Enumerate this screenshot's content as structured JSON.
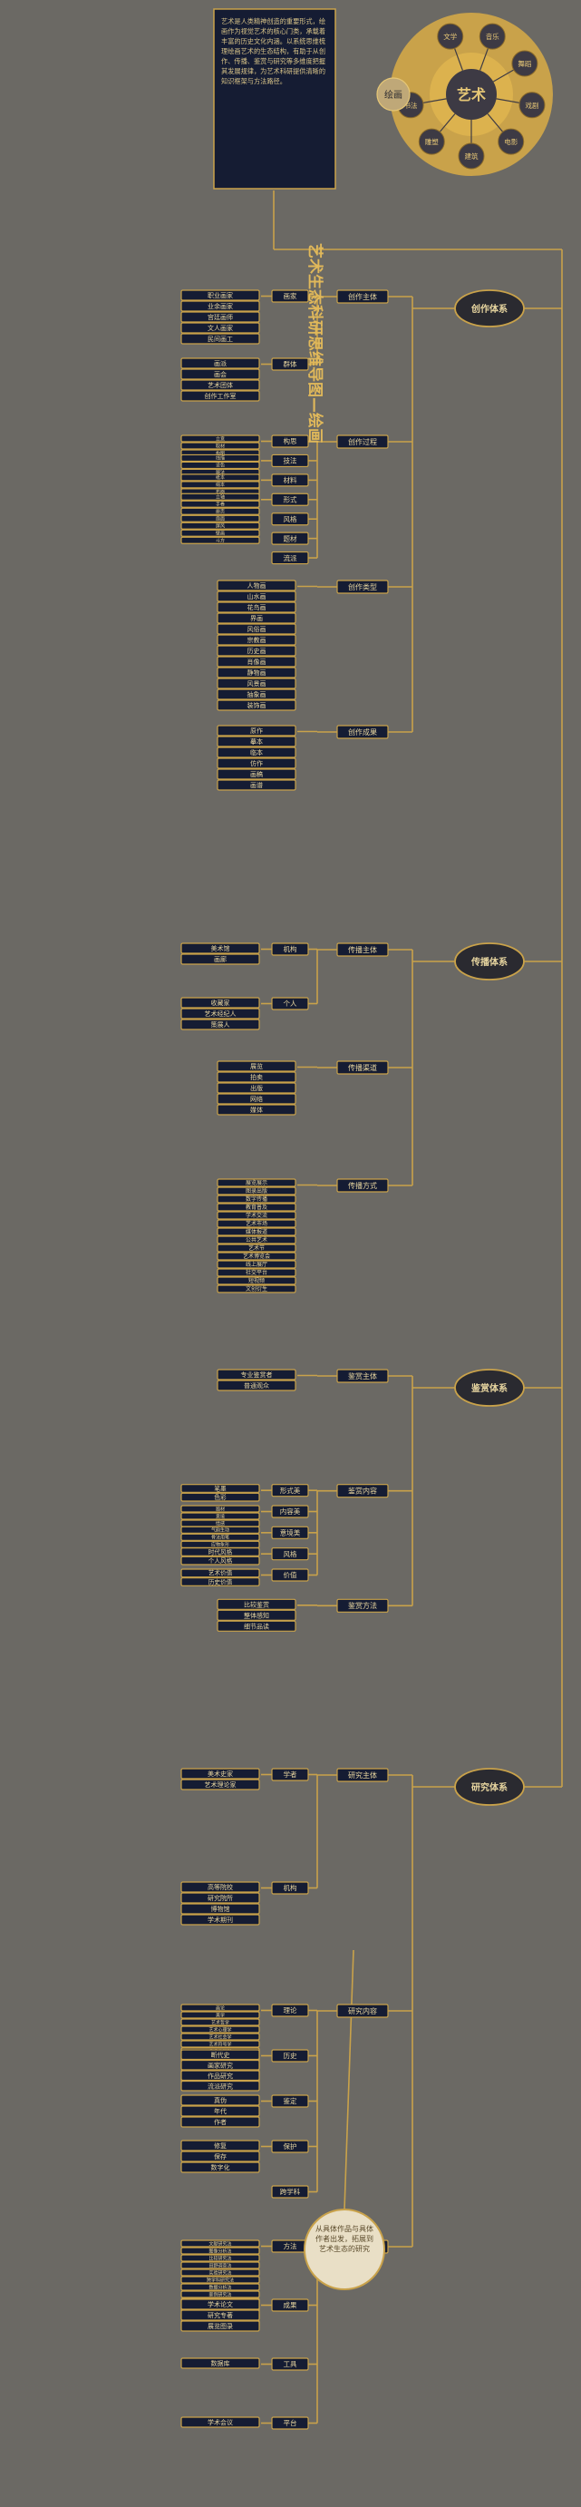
{
  "title": "艺术生态科研思维导图—绘画",
  "intro_text": "艺术是人类精神创造的重要形式，绘画作为视觉艺术的核心门类，承载着丰富的历史文化内涵。以系统思维梳理绘画艺术的生态结构，有助于从创作、传播、鉴赏与研究等多维度把握其发展规律，为艺术科研提供清晰的知识框架与方法路径。",
  "wheel": {
    "center": "艺术",
    "petals": [
      "文学",
      "音乐",
      "舞蹈",
      "戏剧",
      "电影",
      "建筑",
      "雕塑",
      "书法"
    ],
    "active": "绘画"
  },
  "palette": {
    "gold": "#c9a24a",
    "navy": "#151c33",
    "background": "#6b6964"
  },
  "groups": [
    {
      "name": "创作体系",
      "subs": [
        {
          "label": "创作主体",
          "children": [
            {
              "label": "画家",
              "leaves": [
                "职业画家",
                "业余画家",
                "宫廷画师",
                "文人画家",
                "民间画工"
              ]
            },
            {
              "label": "群体",
              "leaves": [
                "画派",
                "画会",
                "艺术团体",
                "创作工作室"
              ]
            }
          ]
        },
        {
          "label": "创作过程",
          "children": [
            {
              "label": "构思",
              "leaves": [
                "立意",
                "取材",
                "构图",
                "草稿"
              ]
            },
            {
              "label": "技法",
              "leaves": [
                "线描",
                "设色",
                "皴法",
                "点染",
                "笔墨"
              ]
            },
            {
              "label": "材料",
              "leaves": [
                "纸本",
                "绢本",
                "布面",
                "颜料"
              ]
            },
            {
              "label": "形式",
              "leaves": [
                "立轴",
                "手卷",
                "册页",
                "扇面",
                "屏风",
                "壁画",
                "斗方"
              ]
            },
            {
              "label": "风格",
              "leaves": []
            },
            {
              "label": "题材",
              "leaves": []
            },
            {
              "label": "流派",
              "leaves": []
            }
          ]
        },
        {
          "label": "创作类型",
          "children": [
            {
              "label": "",
              "leaves": [
                "人物画",
                "山水画",
                "花鸟画",
                "界画",
                "风俗画",
                "宗教画",
                "历史画",
                "肖像画",
                "静物画",
                "风景画",
                "抽象画",
                "装饰画"
              ]
            }
          ]
        },
        {
          "label": "创作成果",
          "children": [
            {
              "label": "",
              "leaves": [
                "原作",
                "摹本",
                "临本",
                "仿作",
                "画稿",
                "画谱"
              ]
            }
          ]
        }
      ]
    },
    {
      "name": "传播体系",
      "subs": [
        {
          "label": "传播主体",
          "children": [
            {
              "label": "机构",
              "leaves": [
                "美术馆",
                "画廊"
              ]
            },
            {
              "label": "个人",
              "leaves": [
                "收藏家",
                "艺术经纪人",
                "策展人"
              ]
            }
          ]
        },
        {
          "label": "传播渠道",
          "children": [
            {
              "label": "",
              "leaves": [
                "展览",
                "拍卖",
                "出版",
                "网络",
                "媒体"
              ]
            }
          ]
        },
        {
          "label": "传播方式",
          "children": [
            {
              "label": "",
              "leaves": [
                "展览展示",
                "图录出版",
                "数字传播",
                "教育普及",
                "学术交流",
                "艺术市场",
                "媒体报道",
                "公共艺术",
                "艺术节",
                "艺术博览会",
                "线上展厅",
                "社交平台",
                "短视频",
                "文创衍生"
              ]
            }
          ]
        }
      ]
    },
    {
      "name": "鉴赏体系",
      "subs": [
        {
          "label": "鉴赏主体",
          "children": [
            {
              "label": "",
              "leaves": [
                "专业鉴赏者",
                "普通观众"
              ]
            }
          ]
        },
        {
          "label": "鉴赏内容",
          "children": [
            {
              "label": "形式美",
              "leaves": [
                "笔墨",
                "色彩"
              ]
            },
            {
              "label": "内容美",
              "leaves": [
                "题材",
                "意境",
                "情感"
              ]
            },
            {
              "label": "意境美",
              "leaves": [
                "气韵生动",
                "骨法用笔",
                "应物象形",
                "随类赋彩"
              ]
            },
            {
              "label": "风格",
              "leaves": [
                "时代风格",
                "个人风格"
              ]
            },
            {
              "label": "价值",
              "leaves": [
                "艺术价值",
                "历史价值"
              ]
            }
          ]
        },
        {
          "label": "鉴赏方法",
          "children": [
            {
              "label": "",
              "leaves": [
                "比较鉴赏",
                "整体感知",
                "细节品读"
              ]
            }
          ]
        }
      ]
    },
    {
      "name": "研究体系",
      "subs": [
        {
          "label": "研究主体",
          "children": [
            {
              "label": "学者",
              "leaves": [
                "美术史家",
                "艺术理论家"
              ]
            },
            {
              "label": "机构",
              "leaves": [
                "高等院校",
                "研究院所",
                "博物馆",
                "学术期刊"
              ]
            }
          ]
        },
        {
          "label": "研究内容",
          "children": [
            {
              "label": "理论",
              "leaves": [
                "画论",
                "美学",
                "艺术哲学",
                "艺术心理学",
                "艺术社会学",
                "艺术符号学",
                "艺术人类学",
                "图像学",
                "形式分析",
                "风格学",
                "艺术批评"
              ]
            },
            {
              "label": "历史",
              "leaves": [
                "断代史",
                "画家研究",
                "作品研究",
                "流派研究"
              ]
            },
            {
              "label": "鉴定",
              "leaves": [
                "真伪",
                "年代",
                "作者"
              ]
            },
            {
              "label": "保护",
              "leaves": [
                "修复",
                "保存",
                "数字化"
              ]
            },
            {
              "label": "跨学科",
              "leaves": []
            }
          ]
        },
        {
          "label": "研究方法",
          "children": [
            {
              "label": "方法",
              "leaves": [
                "文献研究法",
                "图像分析法",
                "比较研究法",
                "田野调查法",
                "实验研究法",
                "跨学科研究法",
                "数据分析法",
                "案例研究法",
                "历史研究法",
                "形式分析法",
                "图像学方法",
                "风格学方法"
              ]
            },
            {
              "label": "成果",
              "leaves": [
                "学术论文",
                "研究专著",
                "展览图录"
              ]
            },
            {
              "label": "工具",
              "leaves": [
                "数据库"
              ]
            },
            {
              "label": "平台",
              "leaves": [
                "学术会议"
              ]
            }
          ]
        }
      ]
    }
  ],
  "research_note": "从具体作品与具体作者出发，拓展到艺术生态的研究"
}
